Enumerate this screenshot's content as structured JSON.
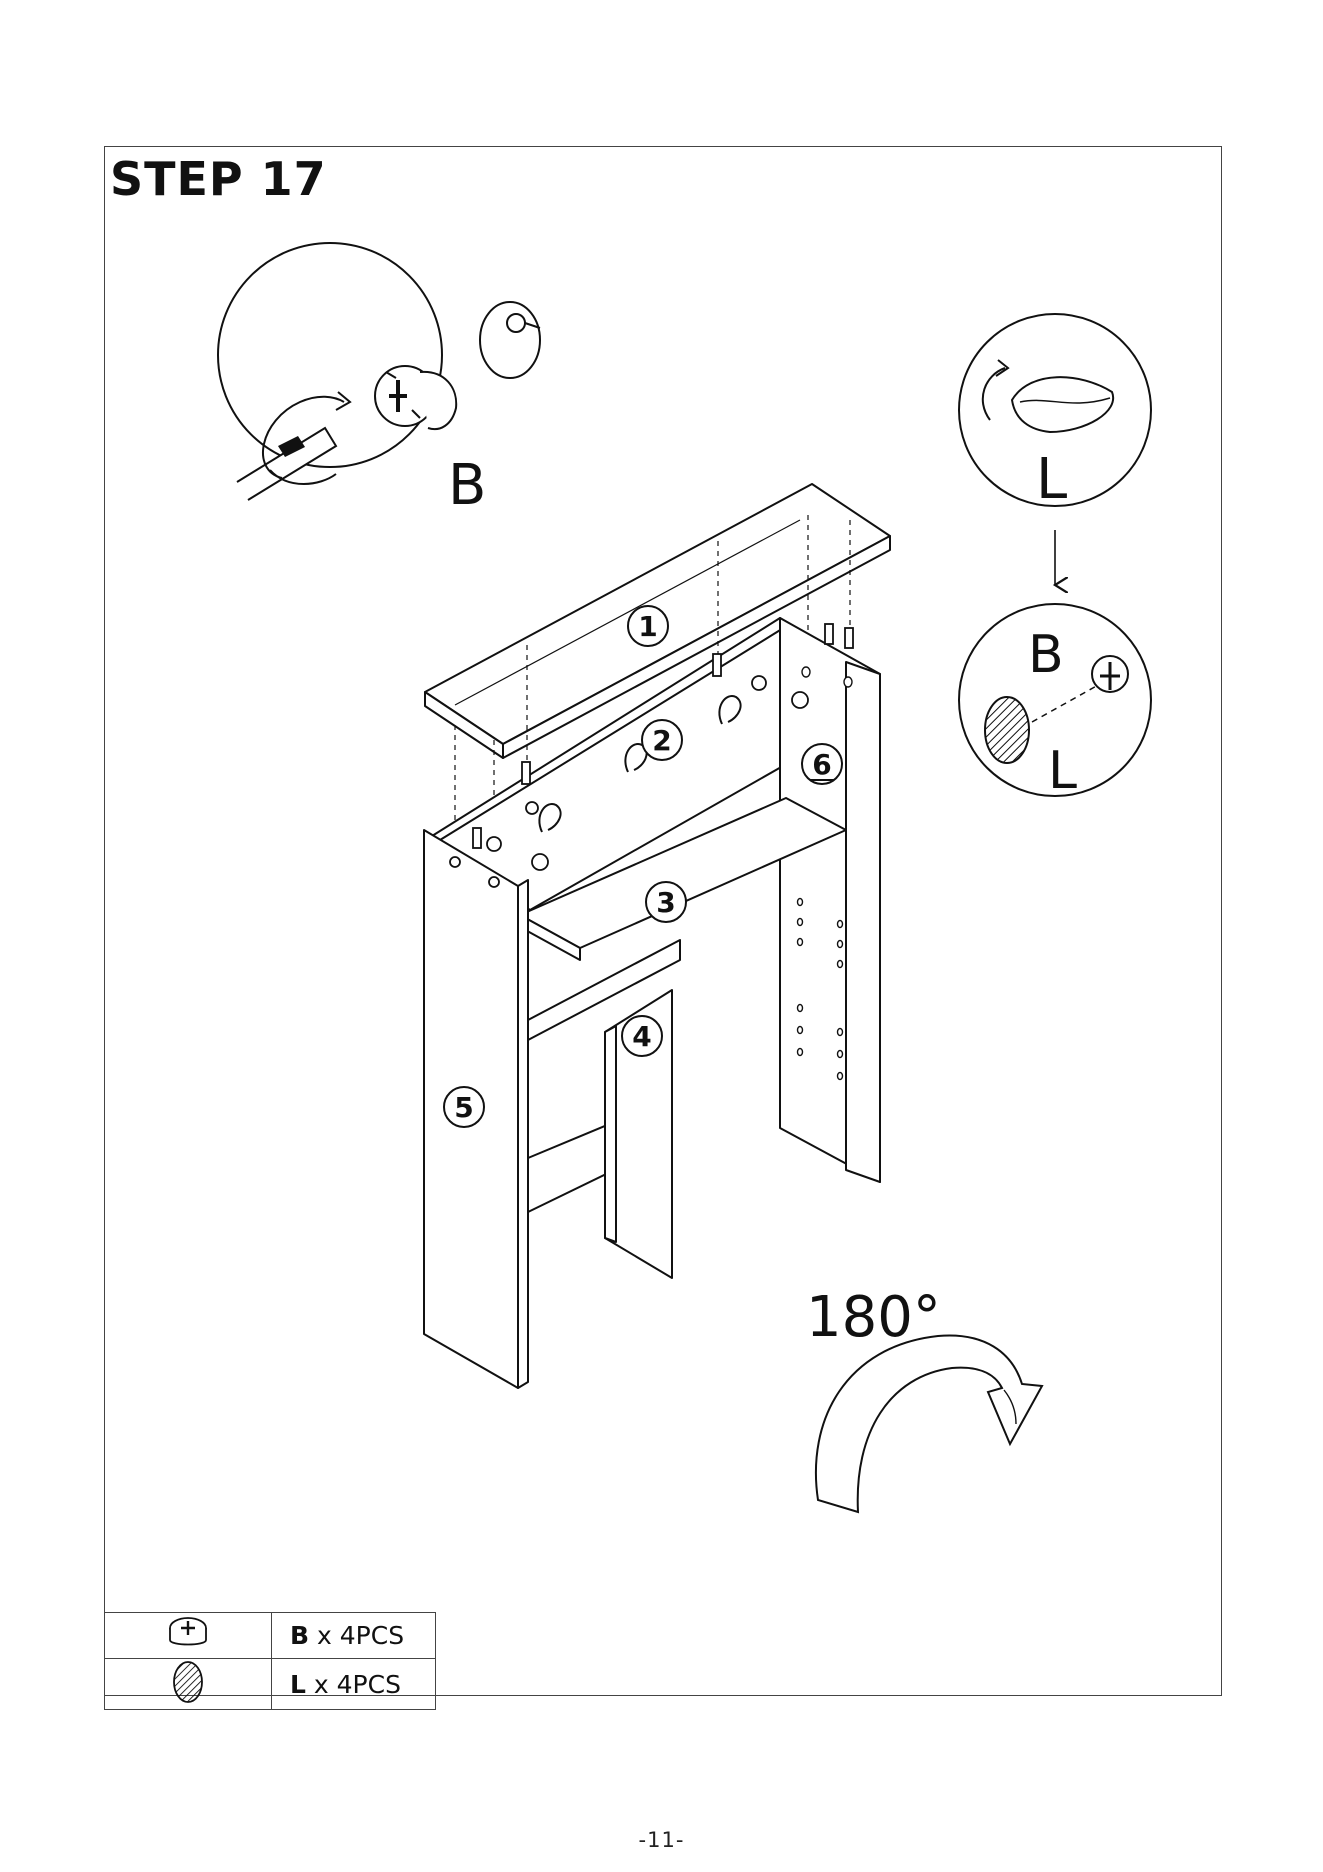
{
  "step": {
    "title": "STEP 17"
  },
  "detail_top_left": {
    "label": "B"
  },
  "detail_top_right": {
    "label": "L"
  },
  "detail_right": {
    "label_top": "B",
    "label_bottom": "L"
  },
  "parts": [
    "1",
    "2",
    "3",
    "4",
    "5",
    "6"
  ],
  "rotation": {
    "label": "180°"
  },
  "hardware": [
    {
      "letter": "B",
      "qty": " x 4PCS",
      "icon": "cam-lock-icon"
    },
    {
      "letter": "L",
      "qty": " x 4PCS",
      "icon": "cap-cover-icon"
    }
  ],
  "page": {
    "number": "-11-"
  },
  "colors": {
    "line": "#111111",
    "frame": "#444444"
  }
}
